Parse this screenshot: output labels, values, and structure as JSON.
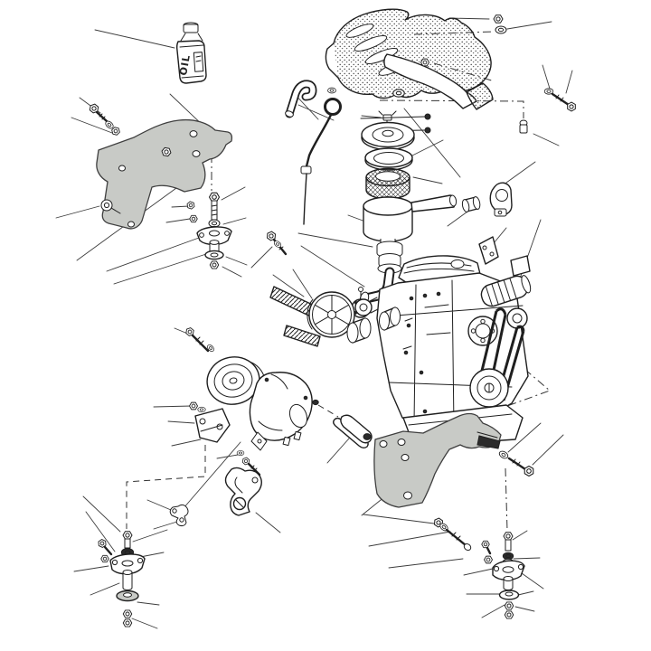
{
  "meta": {
    "description": "Exploded parts diagram of an engine with mounting brackets, air cleaner, heat shield and engine mounts"
  },
  "labels": {
    "oil": "OIL"
  },
  "colors": {
    "background": "#ffffff",
    "line": "#1f1f1f",
    "bracket_fill": "#c8cac6",
    "shade": "#555555"
  },
  "parts": [
    {
      "id": "oil-bottle",
      "label": "Engine oil bottle"
    },
    {
      "id": "mounting-bracket-left",
      "label": "Left engine mounting bracket"
    },
    {
      "id": "mounting-bracket-right",
      "label": "Right engine mounting bracket"
    },
    {
      "id": "heat-shield",
      "label": "Exhaust manifold heat shield"
    },
    {
      "id": "lifting-hook",
      "label": "Engine lifting hook"
    },
    {
      "id": "dipstick",
      "label": "Oil dipstick"
    },
    {
      "id": "wing-nut",
      "label": "Air cleaner wing nut"
    },
    {
      "id": "air-cleaner-lid",
      "label": "Air cleaner lid"
    },
    {
      "id": "air-cleaner-gasket",
      "label": "Air cleaner sealing ring"
    },
    {
      "id": "filter-element",
      "label": "Air filter element"
    },
    {
      "id": "air-cleaner-body",
      "label": "Air cleaner body"
    },
    {
      "id": "intake-bush",
      "label": "Intake bush"
    },
    {
      "id": "support-clip",
      "label": "Support clip"
    },
    {
      "id": "carburettor",
      "label": "Carburettor"
    },
    {
      "id": "intake-elbow",
      "label": "Intake elbow hose"
    },
    {
      "id": "fuel-pump",
      "label": "Fuel pump"
    },
    {
      "id": "engine",
      "label": "Engine assembly"
    },
    {
      "id": "valve-cover",
      "label": "Valve cover"
    },
    {
      "id": "dynamo",
      "label": "Dynamo"
    },
    {
      "id": "water-pump-pulley",
      "label": "Water pump pulley"
    },
    {
      "id": "crankshaft-pulley",
      "label": "Crankshaft pulley"
    },
    {
      "id": "drive-belt",
      "label": "Drive belt"
    },
    {
      "id": "fan-pulley",
      "label": "Fan pulley"
    },
    {
      "id": "pulley-spacers",
      "label": "Pulley spacers"
    },
    {
      "id": "generator",
      "label": "Generator"
    },
    {
      "id": "generator-pulley",
      "label": "Generator pulley"
    },
    {
      "id": "generator-bracket",
      "label": "Generator mounting bracket"
    },
    {
      "id": "adjusting-link",
      "label": "Generator adjusting link"
    },
    {
      "id": "spacer-tube",
      "label": "Spacer tube"
    },
    {
      "id": "engine-mount-front",
      "label": "Front engine mount stack"
    },
    {
      "id": "engine-mount-left",
      "label": "Left engine mount stack"
    },
    {
      "id": "engine-mount-right",
      "label": "Right engine mount stack"
    },
    {
      "id": "fasteners",
      "label": "Bolts, nuts and washers"
    }
  ]
}
